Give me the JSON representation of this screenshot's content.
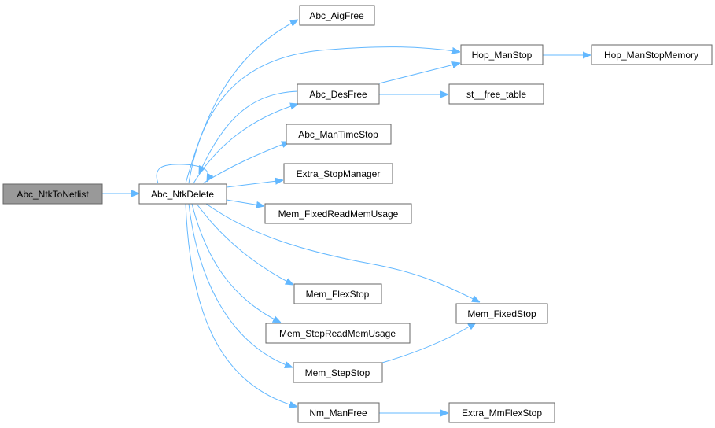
{
  "graph": {
    "edge_color": "#63b8ff",
    "node_border_color": "#666666",
    "root_fill_color": "#999999",
    "nodes": {
      "abc_ntktonetlist": "Abc_NtkToNetlist",
      "abc_ntkdelete": "Abc_NtkDelete",
      "abc_aigfree": "Abc_AigFree",
      "hop_manstop": "Hop_ManStop",
      "hop_manstopmemory": "Hop_ManStopMemory",
      "abc_desfree": "Abc_DesFree",
      "st_free_table": "st__free_table",
      "abc_mantimestop": "Abc_ManTimeStop",
      "extra_stopmanager": "Extra_StopManager",
      "mem_fixedreadmemusage": "Mem_FixedReadMemUsage",
      "mem_flexstop": "Mem_FlexStop",
      "mem_fixedstop": "Mem_FixedStop",
      "mem_stepreadmemusage": "Mem_StepReadMemUsage",
      "mem_stepstop": "Mem_StepStop",
      "nm_manfree": "Nm_ManFree",
      "extra_mmflexstop": "Extra_MmFlexStop"
    },
    "edges": [
      [
        "abc_ntktonetlist",
        "abc_ntkdelete"
      ],
      [
        "abc_ntkdelete",
        "abc_ntkdelete"
      ],
      [
        "abc_ntkdelete",
        "abc_aigfree"
      ],
      [
        "abc_ntkdelete",
        "hop_manstop"
      ],
      [
        "abc_ntkdelete",
        "abc_desfree"
      ],
      [
        "abc_ntkdelete",
        "abc_mantimestop"
      ],
      [
        "abc_ntkdelete",
        "extra_stopmanager"
      ],
      [
        "abc_ntkdelete",
        "mem_fixedreadmemusage"
      ],
      [
        "abc_ntkdelete",
        "mem_fixedstop"
      ],
      [
        "abc_ntkdelete",
        "mem_flexstop"
      ],
      [
        "abc_ntkdelete",
        "mem_stepreadmemusage"
      ],
      [
        "abc_ntkdelete",
        "mem_stepstop"
      ],
      [
        "abc_ntkdelete",
        "nm_manfree"
      ],
      [
        "abc_desfree",
        "abc_ntkdelete"
      ],
      [
        "abc_desfree",
        "hop_manstop"
      ],
      [
        "abc_desfree",
        "st_free_table"
      ],
      [
        "hop_manstop",
        "hop_manstopmemory"
      ],
      [
        "mem_stepstop",
        "mem_fixedstop"
      ],
      [
        "nm_manfree",
        "extra_mmflexstop"
      ]
    ]
  }
}
